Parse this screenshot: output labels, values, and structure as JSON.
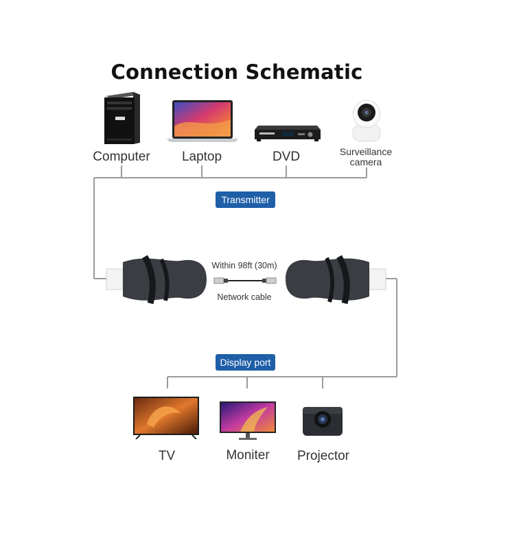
{
  "title": "Connection Schematic",
  "sources": [
    {
      "label": "Computer",
      "icon": "computer-tower-icon"
    },
    {
      "label": "Laptop",
      "icon": "laptop-icon"
    },
    {
      "label": "DVD",
      "icon": "dvd-player-icon"
    },
    {
      "label": "Surveillance\ncamera",
      "icon": "surveillance-camera-icon"
    }
  ],
  "transmitter_badge": "Transmitter",
  "cable": {
    "distance": "Within 98ft (30m)",
    "label": "Network cable"
  },
  "receiver_badge": "Display port",
  "destinations": [
    {
      "label": "TV",
      "icon": "tv-icon"
    },
    {
      "label": "Moniter",
      "icon": "monitor-icon"
    },
    {
      "label": "Projector",
      "icon": "projector-icon"
    }
  ],
  "colors": {
    "badge": "#1f5fa8",
    "line": "#9a9a9a",
    "adapter": "#3a3d42"
  }
}
